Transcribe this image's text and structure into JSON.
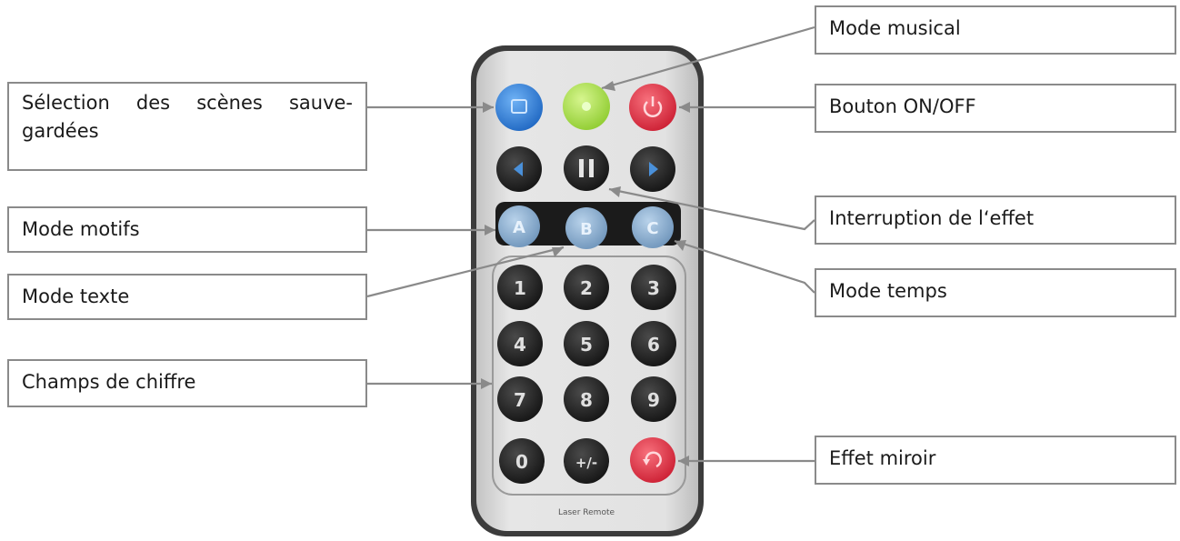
{
  "labels": {
    "scenes": "Sélection des scènes sauve-gardées",
    "motifs": "Mode motifs",
    "texte": "Mode texte",
    "chiffre": "Champs de chiffre",
    "musical": "Mode musical",
    "onoff": "Bouton ON/OFF",
    "interruption": "Interruption de l‘effet",
    "temps": "Mode temps",
    "miroir": "Effet miroir"
  },
  "remote": {
    "brand_text": "Laser Remote",
    "letter_keys": [
      "A",
      "B",
      "C"
    ],
    "digit_keys": [
      "1",
      "2",
      "3",
      "4",
      "5",
      "6",
      "7",
      "8",
      "9",
      "0"
    ],
    "slash_key": "+/-"
  },
  "colors": {
    "blue_button": "#2f7fd6",
    "green_button": "#a8e04a",
    "red_button": "#e23a4a",
    "dark_button": "#222222",
    "letter_button": "#8fb0cf",
    "remote_body": "#d8d8d8",
    "connector": "#8a8a8a"
  }
}
